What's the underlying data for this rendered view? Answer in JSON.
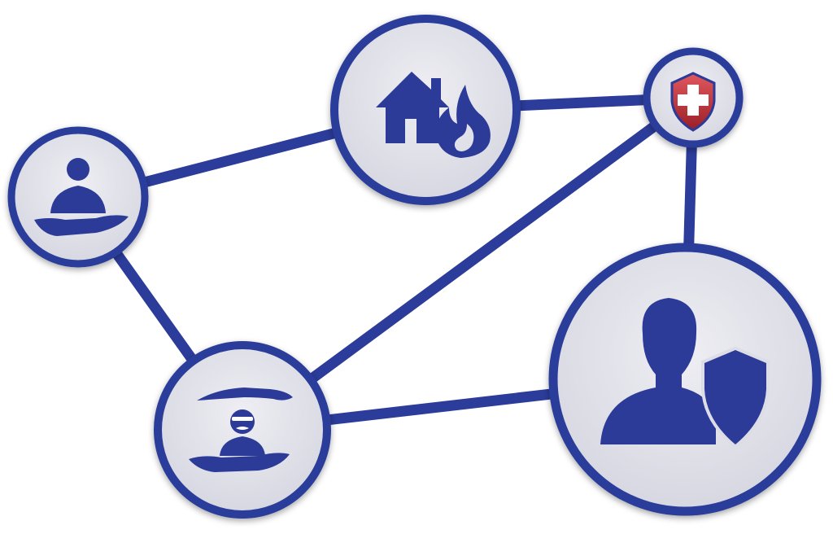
{
  "colors": {
    "ring": "#2b3c9a",
    "icon": "#2c3a98",
    "node_fill": "#dcdde6",
    "node_fill_light": "#eeeef3",
    "shield_red": "#c2383f",
    "shield_white": "#ffffff",
    "background": "#ffffff"
  },
  "nodes": [
    {
      "id": "protected-person",
      "icon": "person-in-hand-icon"
    },
    {
      "id": "home-fire",
      "icon": "house-fire-icon"
    },
    {
      "id": "medical-shield",
      "icon": "medical-cross-shield-icon"
    },
    {
      "id": "personal-protection",
      "icon": "person-between-hands-icon"
    },
    {
      "id": "user-shield",
      "icon": "user-with-shield-icon"
    }
  ],
  "links": [
    [
      "protected-person",
      "home-fire"
    ],
    [
      "home-fire",
      "medical-shield"
    ],
    [
      "protected-person",
      "personal-protection"
    ],
    [
      "personal-protection",
      "medical-shield"
    ],
    [
      "medical-shield",
      "user-shield"
    ],
    [
      "personal-protection",
      "user-shield"
    ]
  ]
}
